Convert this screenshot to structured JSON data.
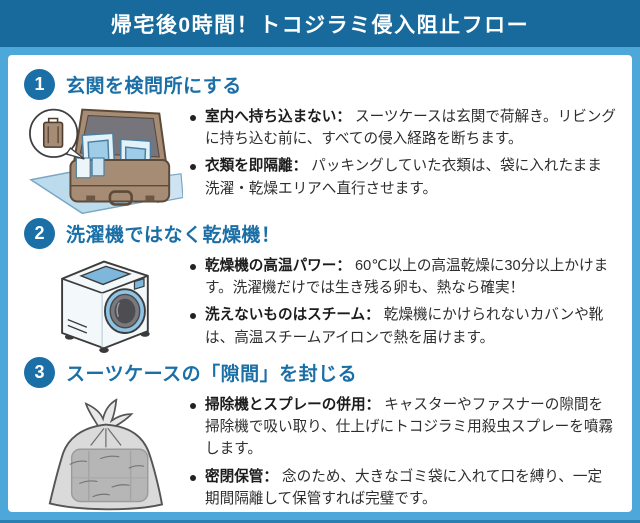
{
  "header": {
    "title": "帰宅後0時間！トコジラミ侵入阻止フロー"
  },
  "colors": {
    "header_bg": "#186a9d",
    "frame_blue": "#4da7d8",
    "accent_blue": "#1b6fa7",
    "body_text": "#2e2e2e"
  },
  "sections": [
    {
      "number": "1",
      "title": "玄関を検問所にする",
      "illustration": "open-suitcase-unpacking",
      "bullets": [
        {
          "lead": "室内へ持ち込まない：",
          "body": "スーツケースは玄関で荷解き。リビングに持ち込む前に、すべての侵入経路を断ちます。"
        },
        {
          "lead": "衣類を即隔離：",
          "body": "パッキングしていた衣類は、袋に入れたまま洗濯・乾燥エリアへ直行させます。"
        }
      ]
    },
    {
      "number": "2",
      "title": "洗濯機ではなく乾燥機！",
      "illustration": "drum-dryer-machine",
      "bullets": [
        {
          "lead": "乾燥機の高温パワー：",
          "body": "60℃以上の高温乾燥に30分以上かけます。洗濯機だけでは生き残る卵も、熱なら確実！"
        },
        {
          "lead": "洗えないものはスチーム：",
          "body": "乾燥機にかけられないカバンや靴は、高温スチームアイロンで熱を届けます。"
        }
      ]
    },
    {
      "number": "3",
      "title": "スーツケースの「隙間」を封じる",
      "illustration": "tied-garbage-bag-with-suitcase",
      "bullets": [
        {
          "lead": "掃除機とスプレーの併用：",
          "body": "キャスターやファスナーの隙間を掃除機で吸い取り、仕上げにトコジラミ用殺虫スプレーを噴霧します。"
        },
        {
          "lead": "密閉保管：",
          "body": "念のため、大きなゴミ袋に入れて口を縛り、一定期間隔離して保管すれば完璧です。"
        }
      ]
    }
  ]
}
